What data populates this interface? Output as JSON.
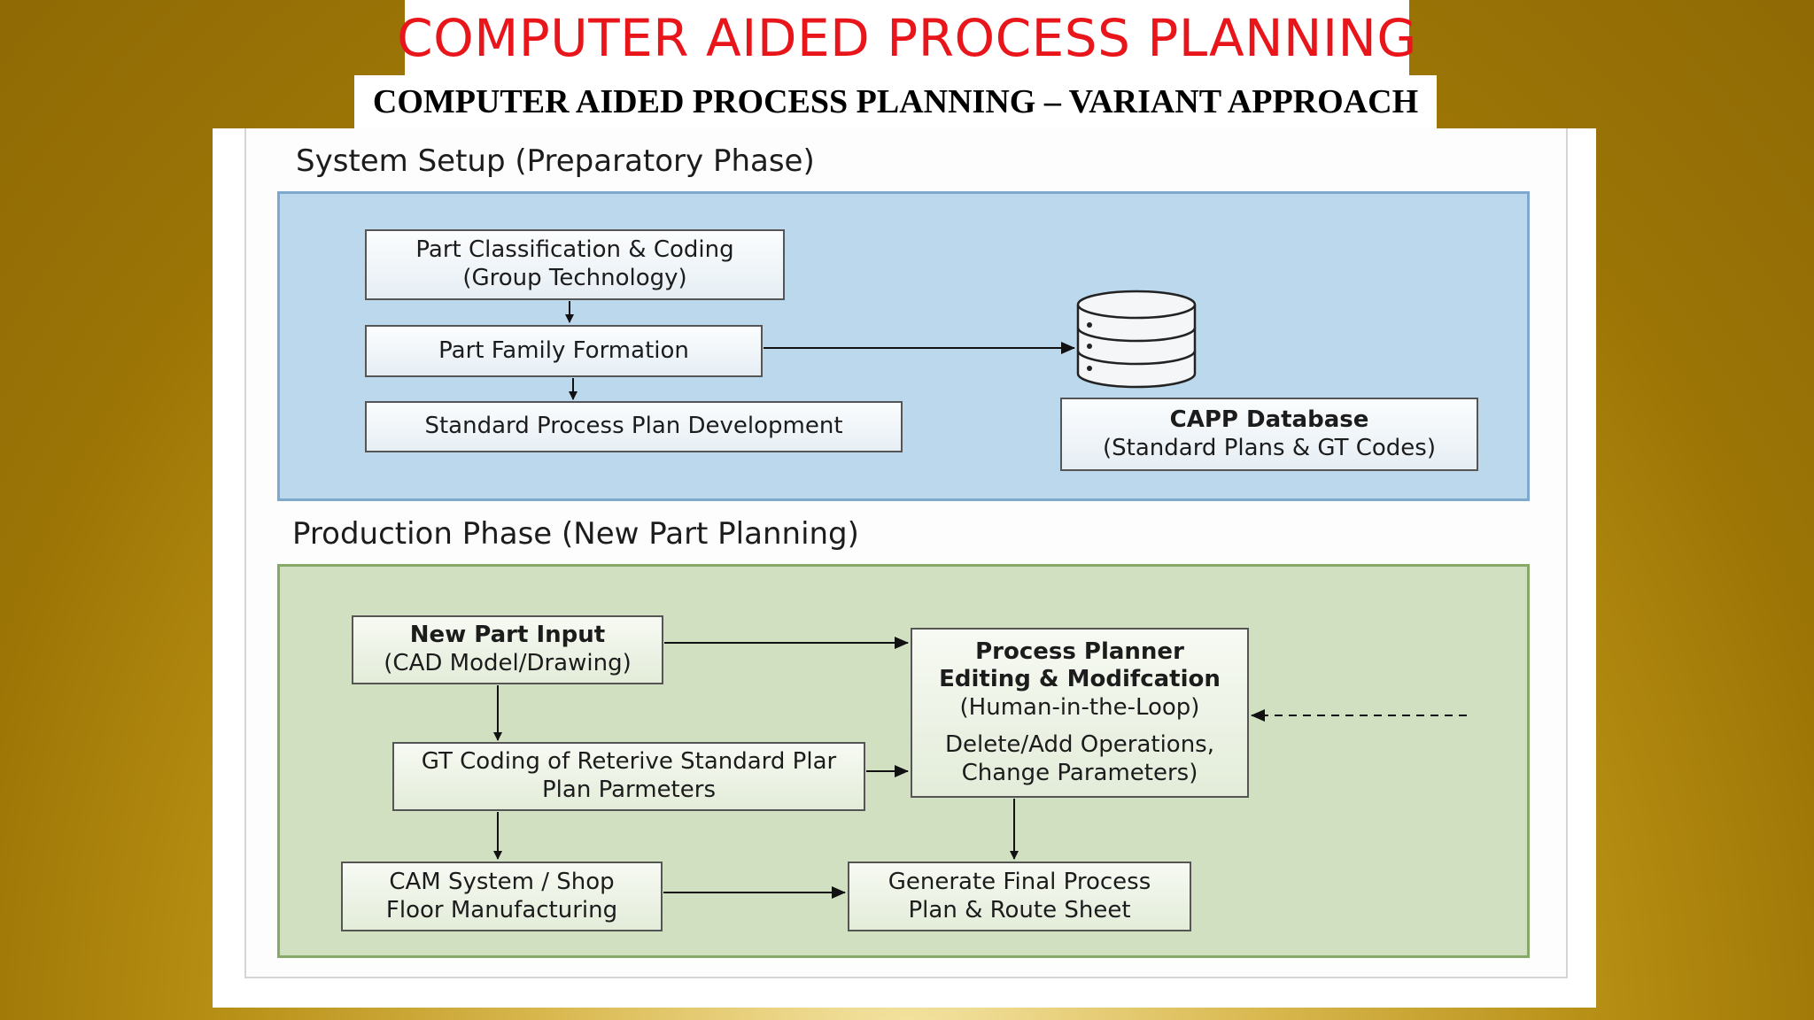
{
  "header": {
    "title": "COMPUTER AIDED PROCESS PLANNING",
    "subtitle": "COMPUTER AIDED PROCESS PLANNING – VARIANT APPROACH"
  },
  "setup": {
    "title": "System Setup (Preparatory Phase)",
    "classification": {
      "line1": "Part Classification & Coding",
      "line2": "(Group Technology)"
    },
    "family": {
      "line1": "Part Family Formation"
    },
    "standard_plan": {
      "line1": "Standard Process Plan Development"
    },
    "database": {
      "line1": "CAPP Database",
      "line2": "(Standard Plans & GT Codes)"
    }
  },
  "production": {
    "title": "Production Phase (New Part Planning)",
    "new_part": {
      "line1": "New Part Input",
      "line2": "(CAD Model/Drawing)"
    },
    "gt_coding": {
      "line1": "GT Coding of Reterive Standard Plar",
      "line2": "Plan Parmeters"
    },
    "planner": {
      "line1": "Process Planner",
      "line2": "Editing & Modifcation",
      "line3": "(Human-in-the-Loop)",
      "line4": "Delete/Add Operations,",
      "line5": "Change Parameters)"
    },
    "cam": {
      "line1": "CAM System / Shop",
      "line2": "Floor Manufacturing"
    },
    "final": {
      "line1": "Generate Final Process",
      "line2": "Plan & Route Sheet"
    }
  },
  "colors": {
    "title_red": "#e8161b",
    "setup_fill": "#bcd8ec",
    "setup_border": "#7fa8cf",
    "production_fill": "#d2e0c2",
    "production_border": "#86a96a",
    "background_gold": "#9c7506"
  },
  "icons": {
    "database": "database-cylinder-icon"
  }
}
